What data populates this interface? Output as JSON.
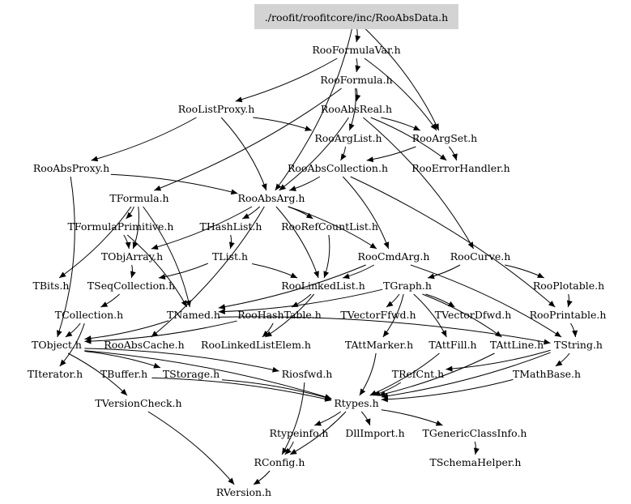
{
  "diagram": {
    "type": "include-dependency-graph",
    "root": "./roofit/roofitcore/inc/RooAbsData.h",
    "colors": {
      "root_fill": "#d3d3d3",
      "edge": "#000000",
      "text": "#000000"
    },
    "nodes": [
      {
        "id": "RooAbsData",
        "label": "./roofit/roofitcore/inc/RooAbsData.h",
        "root": true
      },
      {
        "id": "RooFormulaVar",
        "label": "RooFormulaVar.h"
      },
      {
        "id": "RooFormula",
        "label": "RooFormula.h"
      },
      {
        "id": "RooListProxy",
        "label": "RooListProxy.h"
      },
      {
        "id": "RooAbsReal",
        "label": "RooAbsReal.h"
      },
      {
        "id": "RooArgList",
        "label": "RooArgList.h"
      },
      {
        "id": "RooArgSet",
        "label": "RooArgSet.h"
      },
      {
        "id": "RooAbsProxy",
        "label": "RooAbsProxy.h"
      },
      {
        "id": "RooAbsCollection",
        "label": "RooAbsCollection.h"
      },
      {
        "id": "RooErrorHandler",
        "label": "RooErrorHandler.h"
      },
      {
        "id": "TFormula",
        "label": "TFormula.h"
      },
      {
        "id": "RooAbsArg",
        "label": "RooAbsArg.h"
      },
      {
        "id": "TFormulaPrimitive",
        "label": "TFormulaPrimitive.h"
      },
      {
        "id": "THashList",
        "label": "THashList.h"
      },
      {
        "id": "RooRefCountList",
        "label": "RooRefCountList.h"
      },
      {
        "id": "TObjArray",
        "label": "TObjArray.h"
      },
      {
        "id": "TList",
        "label": "TList.h"
      },
      {
        "id": "RooCmdArg",
        "label": "RooCmdArg.h"
      },
      {
        "id": "RooCurve",
        "label": "RooCurve.h"
      },
      {
        "id": "TBits",
        "label": "TBits.h"
      },
      {
        "id": "TSeqCollection",
        "label": "TSeqCollection.h"
      },
      {
        "id": "RooLinkedList",
        "label": "RooLinkedList.h"
      },
      {
        "id": "TGraph",
        "label": "TGraph.h"
      },
      {
        "id": "RooPlotable",
        "label": "RooPlotable.h"
      },
      {
        "id": "TCollection",
        "label": "TCollection.h"
      },
      {
        "id": "TNamed",
        "label": "TNamed.h"
      },
      {
        "id": "RooHashTable",
        "label": "RooHashTable.h"
      },
      {
        "id": "TVectorFfwd",
        "label": "TVectorFfwd.h"
      },
      {
        "id": "TVectorDfwd",
        "label": "TVectorDfwd.h"
      },
      {
        "id": "RooPrintable",
        "label": "RooPrintable.h"
      },
      {
        "id": "TObject",
        "label": "TObject.h"
      },
      {
        "id": "RooAbsCache",
        "label": "RooAbsCache.h"
      },
      {
        "id": "RooLinkedListElem",
        "label": "RooLinkedListElem.h"
      },
      {
        "id": "TAttMarker",
        "label": "TAttMarker.h"
      },
      {
        "id": "TAttFill",
        "label": "TAttFill.h"
      },
      {
        "id": "TAttLine",
        "label": "TAttLine.h"
      },
      {
        "id": "TString",
        "label": "TString.h"
      },
      {
        "id": "TIterator",
        "label": "TIterator.h"
      },
      {
        "id": "TBuffer",
        "label": "TBuffer.h"
      },
      {
        "id": "TStorage",
        "label": "TStorage.h"
      },
      {
        "id": "Riosfwd",
        "label": "Riosfwd.h"
      },
      {
        "id": "TRefCnt",
        "label": "TRefCnt.h"
      },
      {
        "id": "TMathBase",
        "label": "TMathBase.h"
      },
      {
        "id": "TVersionCheck",
        "label": "TVersionCheck.h"
      },
      {
        "id": "Rtypes",
        "label": "Rtypes.h"
      },
      {
        "id": "Rtypeinfo",
        "label": "Rtypeinfo.h"
      },
      {
        "id": "DllImport",
        "label": "DllImport.h"
      },
      {
        "id": "TGenericClassInfo",
        "label": "TGenericClassInfo.h"
      },
      {
        "id": "RConfig",
        "label": "RConfig.h"
      },
      {
        "id": "TSchemaHelper",
        "label": "TSchemaHelper.h"
      },
      {
        "id": "RVersion",
        "label": "RVersion.h"
      }
    ],
    "edges": [
      [
        "RooAbsData",
        "RooFormulaVar"
      ],
      [
        "RooAbsData",
        "RooArgSet"
      ],
      [
        "RooAbsData",
        "RooAbsArg"
      ],
      [
        "RooFormulaVar",
        "RooFormula"
      ],
      [
        "RooFormulaVar",
        "RooListProxy"
      ],
      [
        "RooFormulaVar",
        "RooArgSet"
      ],
      [
        "RooFormula",
        "RooAbsReal"
      ],
      [
        "RooFormula",
        "RooArgList"
      ],
      [
        "RooFormula",
        "TFormula"
      ],
      [
        "RooListProxy",
        "RooAbsProxy"
      ],
      [
        "RooListProxy",
        "RooArgList"
      ],
      [
        "RooListProxy",
        "RooAbsArg"
      ],
      [
        "RooAbsReal",
        "RooArgSet"
      ],
      [
        "RooAbsReal",
        "RooErrorHandler"
      ],
      [
        "RooAbsReal",
        "RooAbsArg"
      ],
      [
        "RooAbsReal",
        "RooCurve"
      ],
      [
        "RooArgList",
        "RooAbsCollection"
      ],
      [
        "RooArgSet",
        "RooAbsCollection"
      ],
      [
        "RooArgSet",
        "RooErrorHandler"
      ],
      [
        "RooAbsProxy",
        "RooAbsArg"
      ],
      [
        "RooAbsProxy",
        "TObject"
      ],
      [
        "RooAbsCollection",
        "RooAbsArg"
      ],
      [
        "RooAbsCollection",
        "RooCmdArg"
      ],
      [
        "RooAbsCollection",
        "RooPrintable"
      ],
      [
        "TFormula",
        "TFormulaPrimitive"
      ],
      [
        "TFormula",
        "TBits"
      ],
      [
        "TFormula",
        "TNamed"
      ],
      [
        "TFormula",
        "TObjArray"
      ],
      [
        "RooAbsArg",
        "THashList"
      ],
      [
        "RooAbsArg",
        "RooRefCountList"
      ],
      [
        "RooAbsArg",
        "RooCmdArg"
      ],
      [
        "RooAbsArg",
        "TObjArray"
      ],
      [
        "RooAbsArg",
        "RooLinkedList"
      ],
      [
        "RooAbsArg",
        "RooAbsCache"
      ],
      [
        "TFormulaPrimitive",
        "TObjArray"
      ],
      [
        "TFormulaPrimitive",
        "TNamed"
      ],
      [
        "THashList",
        "TList"
      ],
      [
        "TList",
        "TSeqCollection"
      ],
      [
        "TList",
        "RooLinkedList"
      ],
      [
        "TObjArray",
        "TSeqCollection"
      ],
      [
        "TSeqCollection",
        "TCollection"
      ],
      [
        "RooRefCountList",
        "RooLinkedList"
      ],
      [
        "RooCmdArg",
        "RooLinkedList"
      ],
      [
        "RooCmdArg",
        "TNamed"
      ],
      [
        "RooCmdArg",
        "TString"
      ],
      [
        "RooCurve",
        "TGraph"
      ],
      [
        "RooCurve",
        "RooPlotable"
      ],
      [
        "TGraph",
        "TVectorFfwd"
      ],
      [
        "TGraph",
        "TVectorDfwd"
      ],
      [
        "TGraph",
        "TAttMarker"
      ],
      [
        "TGraph",
        "TAttFill"
      ],
      [
        "TGraph",
        "TAttLine"
      ],
      [
        "TGraph",
        "TNamed"
      ],
      [
        "RooPlotable",
        "RooPrintable"
      ],
      [
        "RooPrintable",
        "TString"
      ],
      [
        "RooLinkedList",
        "RooHashTable"
      ],
      [
        "RooLinkedList",
        "RooLinkedListElem"
      ],
      [
        "RooHashTable",
        "TObject"
      ],
      [
        "RooHashTable",
        "RooLinkedListElem"
      ],
      [
        "TCollection",
        "TObject"
      ],
      [
        "TCollection",
        "TIterator"
      ],
      [
        "TNamed",
        "TObject"
      ],
      [
        "TNamed",
        "TString"
      ],
      [
        "TObject",
        "Riosfwd"
      ],
      [
        "TObject",
        "TStorage"
      ],
      [
        "TObject",
        "TVersionCheck"
      ],
      [
        "TObject",
        "Rtypes"
      ],
      [
        "TAttMarker",
        "Rtypes"
      ],
      [
        "TAttFill",
        "Rtypes"
      ],
      [
        "TAttLine",
        "Rtypes"
      ],
      [
        "TString",
        "TRefCnt"
      ],
      [
        "TString",
        "TMathBase"
      ],
      [
        "TString",
        "Rtypes"
      ],
      [
        "TBuffer",
        "Rtypes"
      ],
      [
        "TStorage",
        "Rtypes"
      ],
      [
        "Riosfwd",
        "RConfig"
      ],
      [
        "TRefCnt",
        "Rtypes"
      ],
      [
        "TMathBase",
        "Rtypes"
      ],
      [
        "TVersionCheck",
        "RVersion"
      ],
      [
        "Rtypes",
        "Rtypeinfo"
      ],
      [
        "Rtypes",
        "DllImport"
      ],
      [
        "Rtypes",
        "TGenericClassInfo"
      ],
      [
        "Rtypes",
        "RConfig"
      ],
      [
        "Rtypeinfo",
        "RConfig"
      ],
      [
        "TGenericClassInfo",
        "TSchemaHelper"
      ],
      [
        "RConfig",
        "RVersion"
      ]
    ]
  }
}
